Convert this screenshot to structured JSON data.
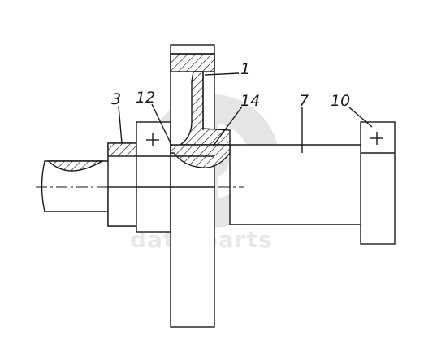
{
  "diagram": {
    "callouts": [
      {
        "id": "c1",
        "text": "1"
      },
      {
        "id": "c3",
        "text": "3"
      },
      {
        "id": "c12",
        "text": "12"
      },
      {
        "id": "c14",
        "text": "14"
      },
      {
        "id": "c7",
        "text": "7"
      },
      {
        "id": "c10",
        "text": "10"
      }
    ],
    "watermark": {
      "text": "data-parts",
      "color": "#d7d7d7"
    },
    "colors": {
      "line": "#1a1a1a",
      "background": "#ffffff"
    }
  }
}
